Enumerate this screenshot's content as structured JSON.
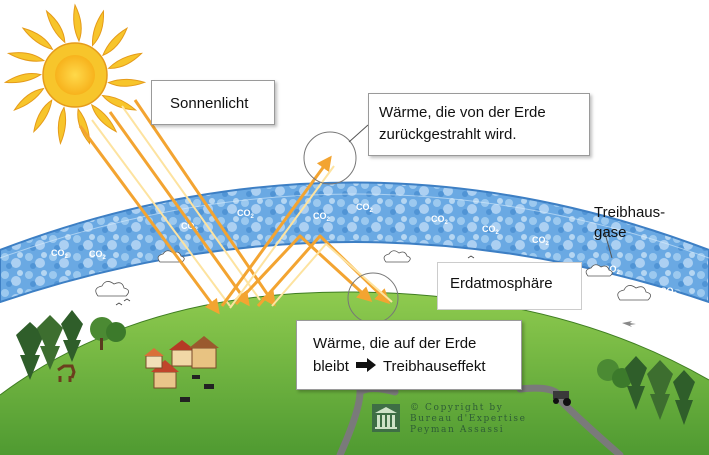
{
  "labels": {
    "sunlight": "Sonnenlicht",
    "reflected_heat": "Wärme, die von der Erde zurückgestrahlt wird.",
    "greenhouse_gases": "Treibhaus-\ngase",
    "atmosphere": "Erdatmosphäre",
    "retained_heat_line1": "Wärme, die auf der Erde",
    "retained_heat_line2_a": "bleibt",
    "retained_heat_line2_b": "Treibhauseffekt",
    "co2_base": "CO",
    "co2_sub": "2"
  },
  "copyright": {
    "line1": "© Copyright by",
    "line2": "Bureau d'Expertise",
    "line3": "Peyman Assassi"
  },
  "colors": {
    "sun": "#f7c52b",
    "sun_core": "#f9b51a",
    "ray": "#f3a431",
    "atmosphere": "#4f95d8",
    "ground": "#6fb33f",
    "road": "#7a7a7a",
    "arrow_dark": "#111111"
  }
}
